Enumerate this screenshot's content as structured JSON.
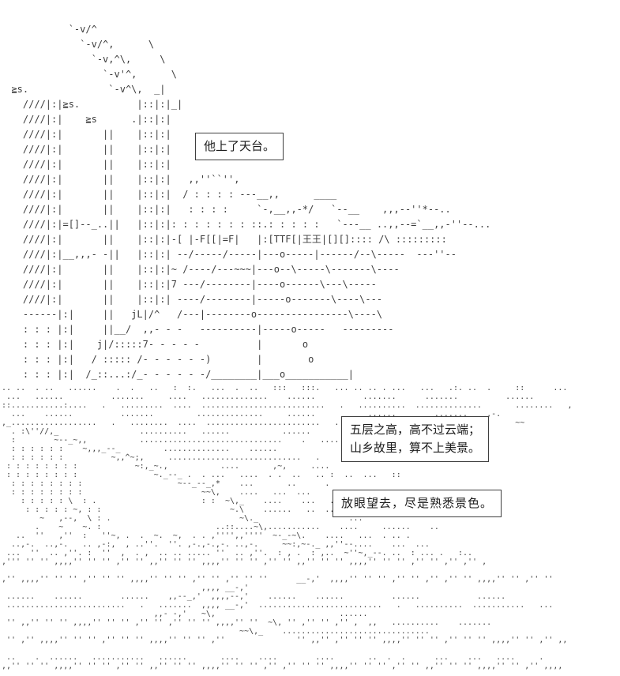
{
  "scene": {
    "type": "ascii-art-comic-page",
    "background_color": "#ffffff",
    "ink_color": "#3c3c3c"
  },
  "dialogue": {
    "box1": {
      "text": "他上了天台。"
    },
    "box2": {
      "line1": "五层之高，高不过云端；",
      "line2": "山乡故里，算不上美景。"
    },
    "box3": {
      "text": "放眼望去，尽是熟悉景色。"
    }
  },
  "rooftop_panel": {
    "description": "AA drawing: building wall, vent steam, pipes, rooftop fence and floor",
    "lines": [
      "            `-v/^",
      "              `-v/^,      \\",
      "                `-v,^\\,     \\",
      "                  `-v'^,      \\",
      "  ≧s.              `-v^\\,  _|",
      "    ////|:|≧s.          |::|:|_|",
      "    ////|:|    ≧s      .|::|:|",
      "    ////|:|       ||    |::|:|",
      "    ////|:|       ||    |::|:|",
      "    ////|:|       ||    |::|:|",
      "    ////|:|       ||    |::|:|   ,,''``'',",
      "    ////|:|       ||    |::|:|  / : : : : ---__,,      ____",
      "    ////|:|       ||    |::|:|   : : : :     `-,__,,-*/   `--__    ,,,--''*--..",
      "    ////|:|=[]--_..||   |::|:|: : : : : : : ::.: : : : :   `---__ ..,,--=`__,,-''--...",
      "    ////|:|       ||    |::|:|-[ |-F[[|=F|   |:[TTF[|王王|[][]:::: /\\ :::::::::",
      "    ////|:|__,,,- -||   |::|:| --/-----/-----|---o-----|------/--\\-----  ---''--",
      "    ////|:|       ||    |::|:|~ /----/---~~~|---o--\\-----\\-------\\----",
      "    ////|:|       ||    |::|:|7 ---/--------|----o------\\---\\-----",
      "    ////|:|       ||    |::|:| ----/--------|-----o-------\\----\\---",
      "    ------|:|     ||   jL|/^   /---|--------o----------------\\----\\",
      "    : : : |:|     ||__/  ,,- - -   ----------|-----o-----   ---------",
      "    : : : |:|    j|/:::::7- - - - -          |       o",
      "    : : : |:|   / ::::: /- - - - - -)        |        o",
      "    : : : |:|  /_::...:/_- - - - - -/________|___o___________|"
    ]
  },
  "landscape_panel": {
    "description": "AA drawing: terraced fields, diagonal hillside ridge, village grass rows",
    "lines": [
      ".. ..  . ..   ......    .  .   ..   :  :.   ...  .  ..   :::   :::.   ... .. .. . ...   ...   .:. ..  .     ::      ...",
      " ...   ......          .......     ....   ..............    ......          .......      .......          ......",
      "::...........:....   .   .........  ....  ..........................   .   ..........  ..............       ........   ,",
      "  ...    ......          .......         ..............     ......           ......        .......    ,-.",
      ",_..................   .   ........  ....  ........................   .   ........ ....  ........           ~~",
      "  . :\\''//,_                 ..........   ......           ......         ..........   .....",
      "  :        ~--_~,,           ..............................    .   .........  ....  .........",
      "  : : : : : :    ~,,,_--_         ..............    ......             ......         ......",
      "  : : : : : :          ~,,^~;,     ............................   .    ........   ...  ......",
      " : : : : : : : :            ~:,_~.,           ....       ,~,     ....",
      " : : : : : : : :                ~._--_ .  . ...   ....  . .  ..   .. :  ..  ...   ::",
      "  : : : : : : : :                    ~--_--_,*    ...       ..      .",
      "  : : : : : : : :                         ~~\\,    ....   ...  ...",
      "    : : : : : \\  : .                      : :  ~\\,_    ....    ...   ..  .. .. . ... ...  ::  ... .. .",
      "     : : : : : ~, : :                           ~.\\    ......   ..  .. .. .  ..  ...   .. ...",
      "        ~   ,--,  \\ : .                           ~\\._                   ...",
      "       .    ~    ~. :                        ..::....~\\,...........    ....     ......    ..",
      "   ..  ''   ,''  :   ''~, .  .  ~.  ~,  . . ,'''',,''''  ~-_-~\\.    ....   ...  . .. .",
      "  ..,-.  ..,-.   .. ,-:,  , ..''.  ''. ,-.,-.,-. ..,-.     ~~:,~-._ ,,''--....    ...  ...",
      " ...  ''  .. ,''. :  ''  ,  . ,  .. .. ..... ''  .. ,''.  : , .  : ,..  ~''~,_--. ..  : ... .   :..",
      ",''' '' '' ,,,,'' '' '' ,'' '' ,,'' '' '' ,,,,'' '' '' ,'' '' ,,'' '' '' ,,,,'' '' '' ,'' '' ,'' ,'' ,",
      "",
      ",'' ,,,,'' '' '' ,'' '' '' ,,,,'' '' '' ,'' '' ,'' '' ''      __-,'  ,,,,'' '' '' ,'' '' ,'' ,'' '' ,,,,'' '' ,'' ''",
      "                                          ,,,, __-,'",
      " ......    ......        ......    ,,--_,'  ,,,,--,'    ......    ......          ......            ......",
      " .........................   .   .......  ,,,, __-,'  ..........................   .   ..........  ...........   ...",
      "                                ,,- -,'   ~\\,                          ......",
      " '' ,,'' '' '' ,,,,'' '' '' ,'' '' ,'' '' '' ,,,,'' ''  ~\\, '' ,'' '' ,'' ,  ,,   ..........    .......",
      "                                                  ~~\\,_    ...............................",
      " '' ,'' ,,,,'' '' '' ,'' '' '' ,,,,'' '' '' ,''               '' ,,'' ,'' '' '' ,,,,'' '' '' ,'' '' '' ,,,,'' '' ,'' ,,",
      "",
      " ..    .  ......   ...........   ......       ....    ....        ....       ..  .  .      ...    ...   ....     .",
      ",,'' '' '' ,,,,'' '' '' ,'' '' ,,'' '' '' ,,,,'' '' '' ,'' ,'' '' '' ,,,,'' '' '' ,'' '' ,,'' '' '' ,,,,'' '' ,'' ,,,,"
    ]
  }
}
